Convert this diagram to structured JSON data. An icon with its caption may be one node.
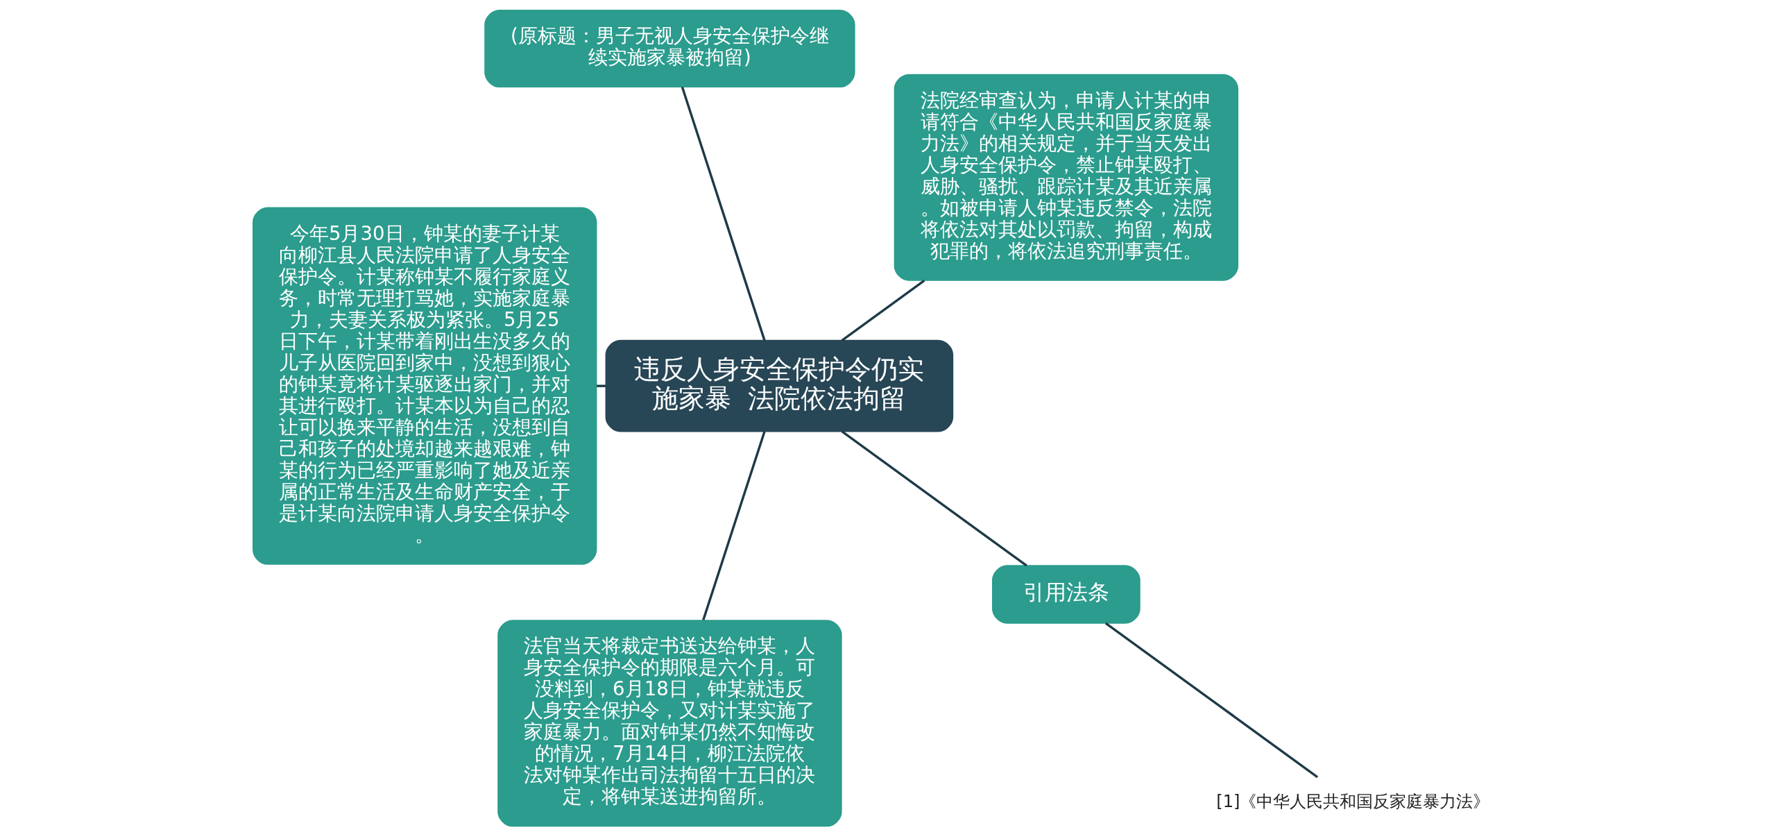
{
  "diagram": {
    "nodes": [
      {
        "text": [
          "违反人身安全保护令仍实施家暴  法院依法拘留"
        ]
      },
      {
        "text": [
          "法院经审查认为，申请人计某的申请符合《中华人民共和国反家庭暴力法》的相关规定，并于当天发出人身安全保护令，禁止钟某殴打、威胁、骚扰、跟踪计某及其近亲属。如被申请人钟某违反禁令，法院将依法对其处以罚款、拘留，构成犯罪的，将依法追究刑事责任。"
        ]
      },
      {
        "text": [
          "(原标题：男子无视人身安全保护令继续实施家暴被拘留)"
        ]
      },
      {
        "text": [
          "今年5月30日，钟某的妻子计某向柳江县人民法院申请了人身安全保护令。计某称钟某不履行家庭义务，时常无理打骂她，实施家庭暴力，夫妻关系极为紧张。5月25日下午，计某带着刚出生没多久的儿子从医院回到家中，没想到狠心的钟某竟将计某驱逐出家门，并对其进行殴打。计某本以为自己的忍让可以换来平静的生活，没想到自己和孩子的处境却越来越艰难，钟某的行为已经严重影响了她及近亲属的正常生活及生命财产安全，于是计某向法院申请人身安全保护令。"
        ]
      },
      {
        "text": [
          "法官当天将裁定书送达给钟某，人身安全保护令的期限是六个月。可没料到，6月18日，钟某就违反人身安全保护令，又对计某实施了家庭暴力。面对钟某仍然不知悔改的情况，7月14日，柳江法院依法对钟某作出司法拘留十五日的决定，将钟某送进拘留所。"
        ]
      },
      {
        "text": [
          "引用法条"
        ]
      },
      {
        "text": [
          "[1]《中华人民共和国反家庭暴力法》"
        ]
      }
    ],
    "edges": [
      {
        "from": 0,
        "to": 1,
        "arrow": "none"
      },
      {
        "from": 0,
        "to": 2,
        "arrow": "none"
      },
      {
        "from": 0,
        "to": 3,
        "arrow": "none"
      },
      {
        "from": 0,
        "to": 4,
        "arrow": "none"
      },
      {
        "from": 0,
        "to": 5,
        "arrow": "none"
      },
      {
        "from": 5,
        "to": 6,
        "arrow": "none"
      }
    ]
  }
}
